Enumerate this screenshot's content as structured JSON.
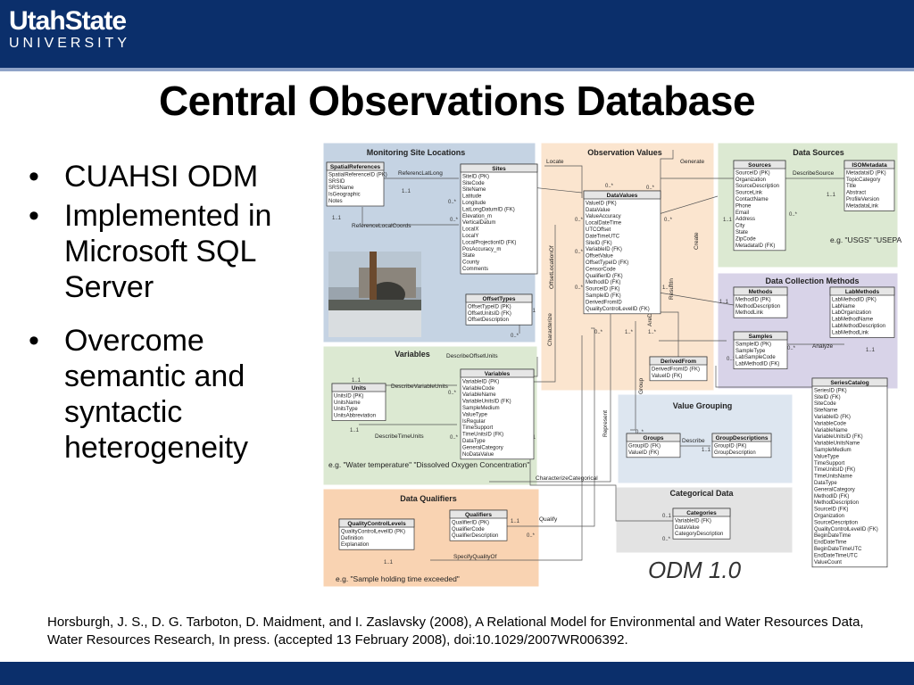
{
  "header": {
    "logo_line1": "UtahState",
    "logo_line2": "UNIVERSITY"
  },
  "slide": {
    "title": "Central Observations Database",
    "bullets": [
      "CUAHSI ODM",
      "Implemented in Microsoft SQL Server",
      "Overcome semantic and syntactic heterogeneity"
    ],
    "citation": "Horsburgh, J. S., D. G. Tarboton, D. Maidment, and I. Zaslavsky (2008), A Relational Model for Environmental and Water Resources Data, Water Resources Research, In press. (accepted 13 February 2008), doi:10.1029/2007WR006392."
  },
  "diagram": {
    "colors": {
      "monitoring": "#c5d3e3",
      "observation": "#fbe5cf",
      "sources": "#dce9d2",
      "methods": "#d8d3e8",
      "variables": "#dce9d2",
      "grouping": "#dde6f0",
      "qualifiers": "#f9d3b2",
      "categorical": "#e3e3e3"
    },
    "regions": {
      "monitoring": "Monitoring Site Locations",
      "observation": "Observation Values",
      "sources": "Data Sources",
      "methods": "Data Collection Methods",
      "variables": "Variables",
      "grouping": "Value Grouping",
      "qualifiers": "Data Qualifiers",
      "categorical": "Categorical Data"
    },
    "examples": {
      "sources": "e.g. \"USGS\" \"USEPA\"",
      "variables": "e.g. \"Water temperature\" \"Dissolved Oxygen Concentration\"",
      "qualifiers": "e.g. \"Sample holding time exceeded\""
    },
    "model_label": "ODM 1.0",
    "tables": {
      "spatial_references": {
        "title": "SpatialReferences",
        "fields": [
          "SpatialReferenceID (PK)",
          "SRSID",
          "SRSName",
          "IsGeographic",
          "Notes"
        ]
      },
      "sites": {
        "title": "Sites",
        "fields": [
          "SiteID (PK)",
          "SiteCode",
          "SiteName",
          "Latitude",
          "Longitude",
          "LatLongDatumID (FK)",
          "Elevation_m",
          "VerticalDatum",
          "LocalX",
          "LocalY",
          "LocalProjectionID (FK)",
          "PosAccuracy_m",
          "State",
          "County",
          "Comments"
        ]
      },
      "offset_types": {
        "title": "OffsetTypes",
        "fields": [
          "OffsetTypeID (PK)",
          "OffsetUnitsID (FK)",
          "OffsetDescription"
        ]
      },
      "data_values": {
        "title": "DataValues",
        "fields": [
          "ValueID (PK)",
          "DataValue",
          "ValueAccuracy",
          "LocalDateTime",
          "UTCOffset",
          "DateTimeUTC",
          "SiteID (FK)",
          "VariableID (FK)",
          "OffsetValue",
          "OffsetTypeID (FK)",
          "CensorCode",
          "QualifierID (FK)",
          "MethodID (FK)",
          "SourceID (FK)",
          "SampleID (FK)",
          "DerivedFromID",
          "QualityControlLevelID (FK)"
        ]
      },
      "sources": {
        "title": "Sources",
        "fields": [
          "SourceID (PK)",
          "Organization",
          "SourceDescription",
          "SourceLink",
          "ContactName",
          "Phone",
          "Email",
          "Address",
          "City",
          "State",
          "ZipCode",
          "MetadataID (FK)"
        ]
      },
      "iso_metadata": {
        "title": "ISOMetadata",
        "fields": [
          "MetadataID (PK)",
          "TopicCategory",
          "Title",
          "Abstract",
          "ProfileVersion",
          "MetadataLink"
        ]
      },
      "methods": {
        "title": "Methods",
        "fields": [
          "MethodID (PK)",
          "MethodDescription",
          "MethodLink"
        ]
      },
      "lab_methods": {
        "title": "LabMethods",
        "fields": [
          "LabMethodID (PK)",
          "LabName",
          "LabOrganization",
          "LabMethodName",
          "LabMethodDescription",
          "LabMethodLink"
        ]
      },
      "samples": {
        "title": "Samples",
        "fields": [
          "SampleID (PK)",
          "SampleType",
          "LabSampleCode",
          "LabMethodID (FK)"
        ]
      },
      "derived_from": {
        "title": "DerivedFrom",
        "fields": [
          "DerivedFromID (FK)",
          "ValueID (FK)"
        ]
      },
      "series_catalog": {
        "title": "SeriesCatalog",
        "fields": [
          "SeriesID (PK)",
          "SiteID (FK)",
          "SiteCode",
          "SiteName",
          "VariableID (FK)",
          "VariableCode",
          "VariableName",
          "VariableUnitsID (FK)",
          "VariableUnitsName",
          "SampleMedium",
          "ValueType",
          "TimeSupport",
          "TimeUnitsID (FK)",
          "TimeUnitsName",
          "DataType",
          "GeneralCategory",
          "MethodID (FK)",
          "MethodDescription",
          "SourceID (FK)",
          "Organization",
          "SourceDescription",
          "QualityControlLevelID (FK)",
          "BeginDateTime",
          "EndDateTime",
          "BeginDateTimeUTC",
          "EndDateTimeUTC",
          "ValueCount"
        ]
      },
      "units": {
        "title": "Units",
        "fields": [
          "UnitsID (PK)",
          "UnitsName",
          "UnitsType",
          "UnitsAbbreviation"
        ]
      },
      "variables": {
        "title": "Variables",
        "fields": [
          "VariableID (PK)",
          "VariableCode",
          "VariableName",
          "VariableUnitsID (FK)",
          "SampleMedium",
          "ValueType",
          "IsRegular",
          "TimeSupport",
          "TimeUnitsID (FK)",
          "DataType",
          "GeneralCategory",
          "NoDataValue"
        ]
      },
      "groups": {
        "title": "Groups",
        "fields": [
          "GroupID (FK)",
          "ValueID (FK)"
        ]
      },
      "group_descriptions": {
        "title": "GroupDescriptions",
        "fields": [
          "GroupID (PK)",
          "GroupDescription"
        ]
      },
      "qc_levels": {
        "title": "QualityControlLevels",
        "fields": [
          "QualityControlLevelID (PK)",
          "Definition",
          "Explanation"
        ]
      },
      "qualifiers": {
        "title": "Qualifiers",
        "fields": [
          "QualifierID (PK)",
          "QualifierCode",
          "QualifierDescription"
        ]
      },
      "categories": {
        "title": "Categories",
        "fields": [
          "VariableID (FK)",
          "DataValue",
          "CategoryDescription"
        ]
      }
    },
    "relations": {
      "referenc_lat_long": "ReferencLatLong",
      "reference_local_coords": "ReferenceLocalCoords",
      "locate": "Locate",
      "generate": "Generate",
      "describe_source": "DescribeSource",
      "create": "Create",
      "offset_location_of": "OffsetLocationOf",
      "characterize": "Characterize",
      "result_in": "ResultIn",
      "are_derived_from": "AreDerivedFrom",
      "analyze": "Analyze",
      "describe_offset_units": "DescribeOffsetUnits",
      "describe_variable_units": "DescribeVariableUnits",
      "describe_time_units": "DescribeTimeUnits",
      "group": "Group",
      "represent": "Represent",
      "describe": "Describe",
      "characterize_categorical": "CharacterizeCategorical",
      "qualify": "Qualify",
      "specify_quality_of": "SpecifyQualityOf"
    },
    "cardinalities": {
      "one_one": "1..1",
      "zero_many": "0..*",
      "zero_one": "0..1",
      "one_many": "1..*"
    }
  }
}
